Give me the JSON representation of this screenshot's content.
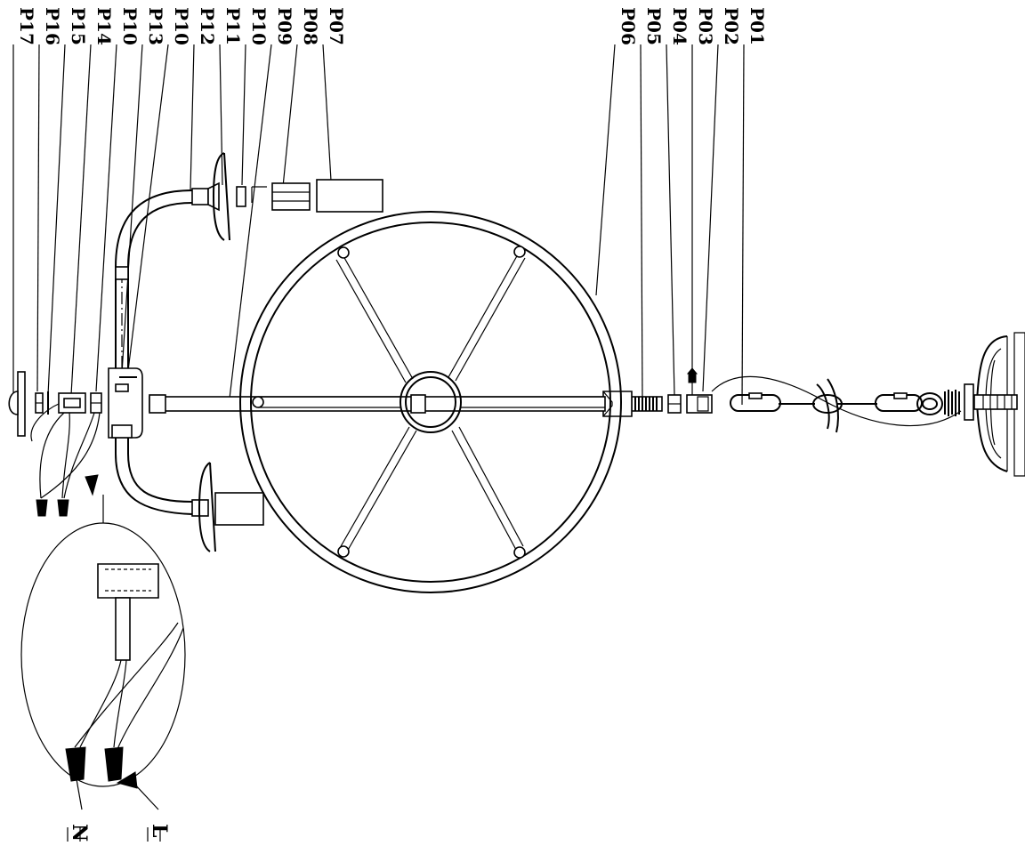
{
  "labels": {
    "p01": "P01",
    "p02": "P02",
    "p03": "P03",
    "p04": "P04",
    "p05": "P05",
    "p06": "P06",
    "p07": "P07",
    "p08": "P08",
    "p09": "P09",
    "p10a": "P10",
    "p11": "P11",
    "p12": "P12",
    "p10b": "P10",
    "p13": "P13",
    "p10c": "P10",
    "p14": "P14",
    "p15": "P15",
    "p16": "P16",
    "p17": "P17"
  },
  "wire_labels": {
    "live": "L",
    "neutral": "N"
  }
}
